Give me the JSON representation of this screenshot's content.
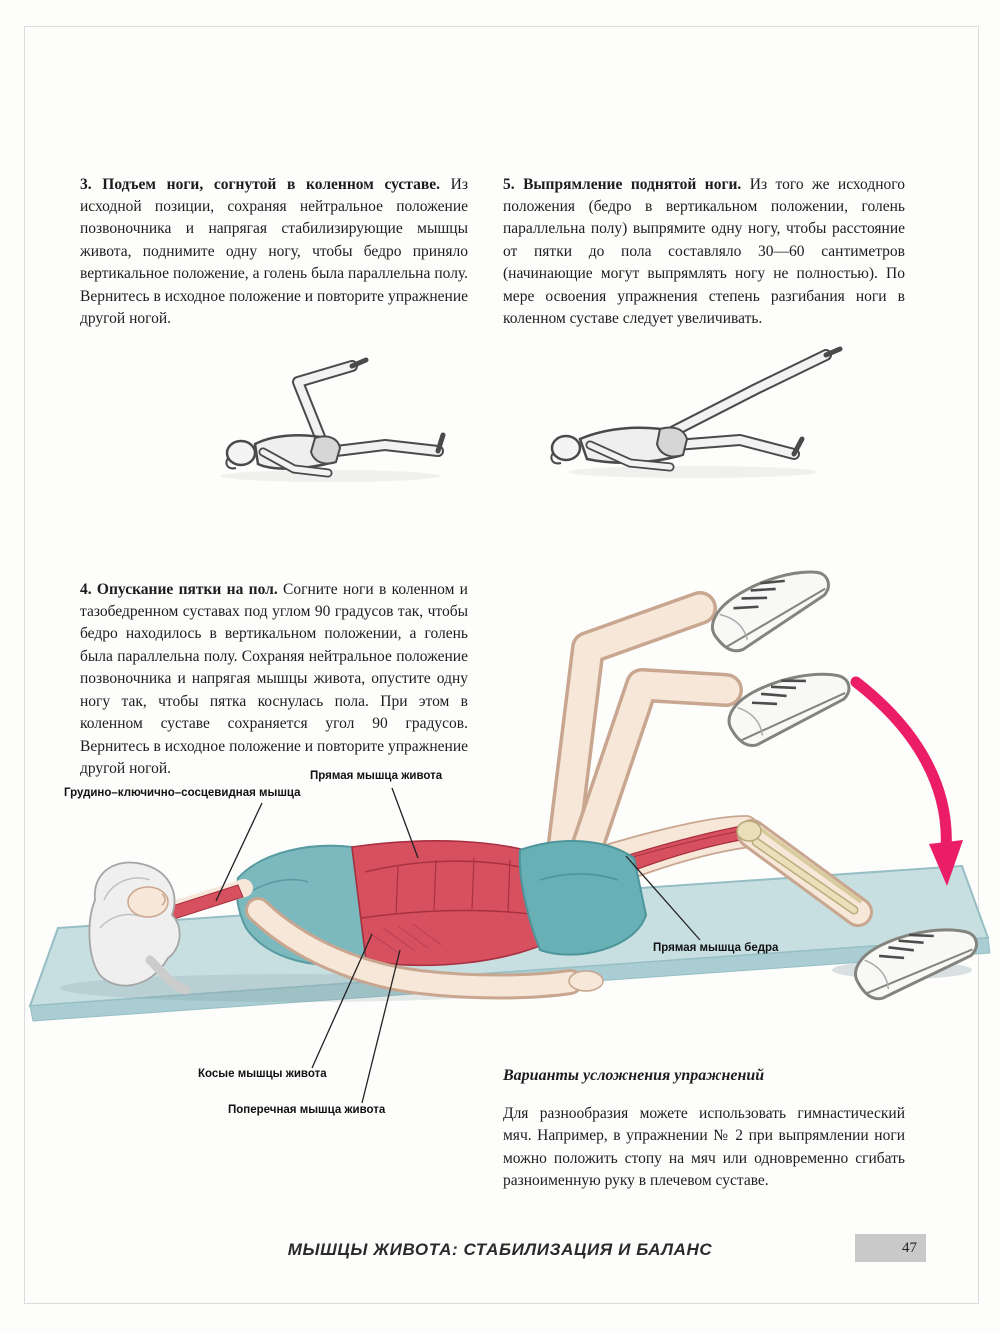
{
  "page": {
    "footer_title": "МЫШЦЫ ЖИВОТА: СТАБИЛИЗАЦИЯ И БАЛАНС",
    "page_number": "47"
  },
  "exercises": {
    "ex3": {
      "title": "3. Подъем ноги, согнутой в коленном суставе. ",
      "body": "Из исходной позиции, сохраняя нейтральное положение позвоночника и напрягая стабилизирующие мышцы живота, поднимите одну ногу, чтобы бедро приняло вертикальное положение, а голень была параллельна полу. Вернитесь в исходное положение и повторите упражнение другой ногой."
    },
    "ex5": {
      "title": "5. Выпрямление поднятой ноги. ",
      "body": "Из того же исходного положения (бедро в вертикальном положении, голень параллельна полу) выпрямите одну ногу, чтобы расстояние от пятки до пола составляло 30—60 сантиметров (начинающие могут выпрямлять ногу не полностью). По мере освоения упражнения степень разгибания ноги в коленном суставе следует увеличивать."
    },
    "ex4": {
      "title": "4. Опускание пятки на пол. ",
      "body": "Согните ноги в коленном и тазобедренном суставах под углом 90 градусов так, чтобы бедро находилось в вертикальном положении, а голень была параллельна полу. Сохраняя нейтральное положение позвоночника и напрягая мышцы живота, опустите одну ногу так, чтобы пятка коснулась пола. При этом в коленном суставе сохраняется угол 90 градусов. Вернитесь в исходное положение и повторите упражнение другой ногой."
    }
  },
  "variants": {
    "title": "Варианты усложнения упражнений",
    "body": "Для разнообразия можете использовать гимнастический мяч. Например, в упражнении № 2 при выпрямлении ноги можно положить стопу на мяч или одновременно сгибать разноименную руку в плечевом суставе."
  },
  "muscle_labels": {
    "sternocleidomastoid": "Грудино–ключично–сосцевидная мышца",
    "rectus_abdominis": "Прямая мышца живота",
    "rectus_femoris": "Прямая мышца бедра",
    "obliques": "Косые мышцы живота",
    "transverse": "Поперечная мышца живота"
  },
  "icons": {
    "movement_arrow": "curved-down-arrow"
  },
  "colors": {
    "muscle_red": "#d6505f",
    "muscle_red_dark": "#a83040",
    "arrow_pink": "#ea1d66",
    "mat_blue": "#c8dfe2",
    "clothing_teal": "#68b0b6",
    "skin": "#f6e7d8",
    "bone": "#e9dfb8",
    "page_box_gray": "#c9c9c9"
  }
}
